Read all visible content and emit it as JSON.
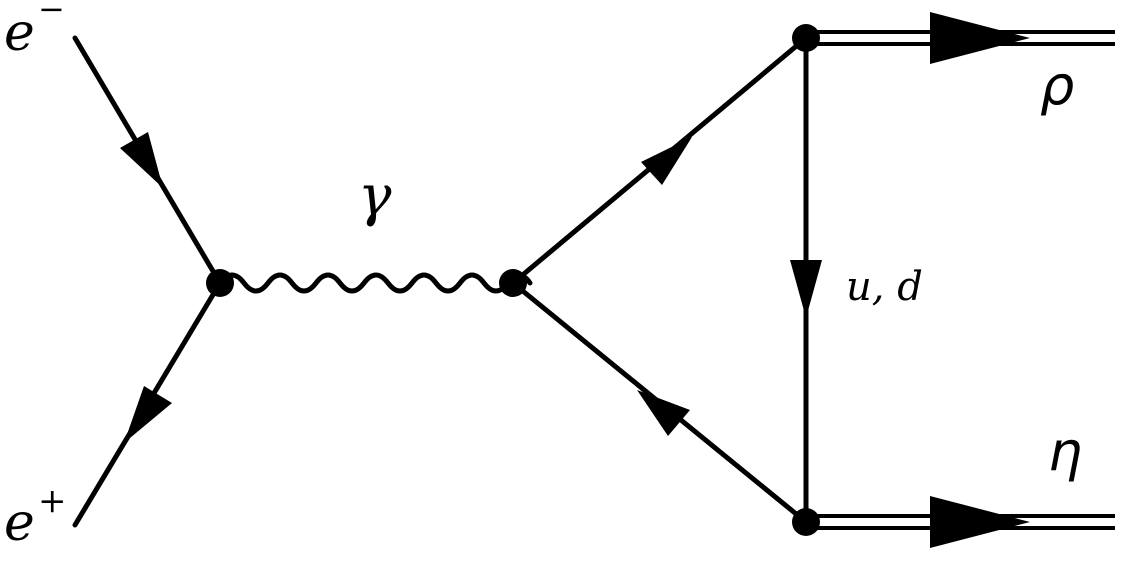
{
  "labels": {
    "electron": "e",
    "electron_charge": "−",
    "positron": "e",
    "positron_charge": "+",
    "photon": "γ",
    "quarks": "u, d",
    "rho": "ρ",
    "eta": "η"
  },
  "colors": {
    "ink": "#000000",
    "background": "#ffffff"
  }
}
